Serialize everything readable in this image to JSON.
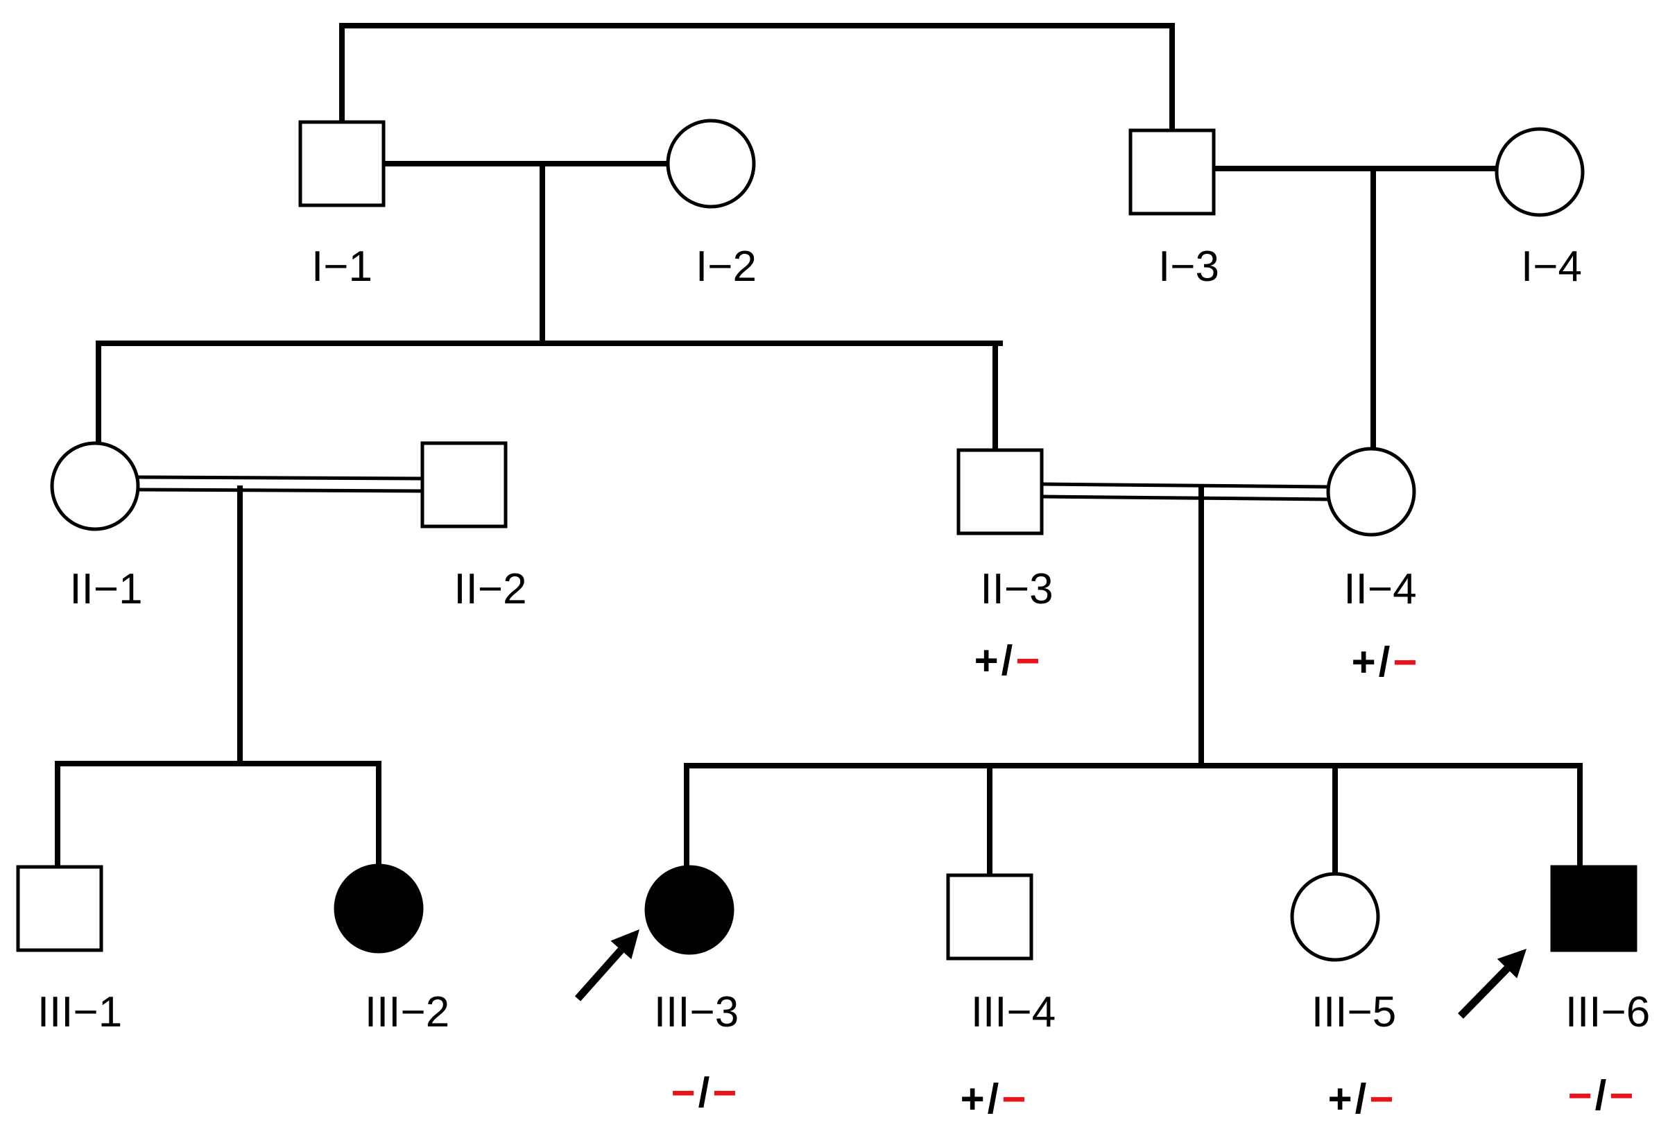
{
  "individuals": [
    {
      "id": "I-1",
      "label": "I−1",
      "sex": "male",
      "affected": false,
      "genotype": null,
      "proband": false
    },
    {
      "id": "I-2",
      "label": "I−2",
      "sex": "female",
      "affected": false,
      "genotype": null,
      "proband": false
    },
    {
      "id": "I-3",
      "label": "I−3",
      "sex": "male",
      "affected": false,
      "genotype": null,
      "proband": false
    },
    {
      "id": "I-4",
      "label": "I−4",
      "sex": "female",
      "affected": false,
      "genotype": null,
      "proband": false
    },
    {
      "id": "II-1",
      "label": "II−1",
      "sex": "female",
      "affected": false,
      "genotype": null,
      "proband": false
    },
    {
      "id": "II-2",
      "label": "II−2",
      "sex": "male",
      "affected": false,
      "genotype": null,
      "proband": false
    },
    {
      "id": "II-3",
      "label": "II−3",
      "sex": "male",
      "affected": false,
      "genotype": {
        "left": "+",
        "sep": "/",
        "right": "−"
      },
      "proband": false
    },
    {
      "id": "II-4",
      "label": "II−4",
      "sex": "female",
      "affected": false,
      "genotype": {
        "left": "+",
        "sep": "/",
        "right": "−"
      },
      "proband": false
    },
    {
      "id": "III-1",
      "label": "III−1",
      "sex": "male",
      "affected": false,
      "genotype": null,
      "proband": false
    },
    {
      "id": "III-2",
      "label": "III−2",
      "sex": "female",
      "affected": true,
      "genotype": null,
      "proband": false
    },
    {
      "id": "III-3",
      "label": "III−3",
      "sex": "female",
      "affected": true,
      "genotype": {
        "left": "−",
        "sep": "/",
        "right": "−"
      },
      "proband": true
    },
    {
      "id": "III-4",
      "label": "III−4",
      "sex": "male",
      "affected": false,
      "genotype": {
        "left": "+",
        "sep": "/",
        "right": "−"
      },
      "proband": false
    },
    {
      "id": "III-5",
      "label": "III−5",
      "sex": "female",
      "affected": false,
      "genotype": {
        "left": "+",
        "sep": "/",
        "right": "−"
      },
      "proband": false
    },
    {
      "id": "III-6",
      "label": "III−6",
      "sex": "male",
      "affected": true,
      "genotype": {
        "left": "−",
        "sep": "/",
        "right": "−"
      },
      "proband": true
    }
  ],
  "relationships": [
    {
      "type": "sibling",
      "members": [
        "I-1",
        "I-3"
      ]
    },
    {
      "type": "mating",
      "partners": [
        "I-1",
        "I-2"
      ],
      "consanguineous": false,
      "children": [
        "II-1",
        "II-3"
      ]
    },
    {
      "type": "mating",
      "partners": [
        "I-3",
        "I-4"
      ],
      "consanguineous": false,
      "children": [
        "II-4"
      ]
    },
    {
      "type": "mating",
      "partners": [
        "II-1",
        "II-2"
      ],
      "consanguineous": true,
      "children": [
        "III-1",
        "III-2"
      ]
    },
    {
      "type": "mating",
      "partners": [
        "II-3",
        "II-4"
      ],
      "consanguineous": true,
      "children": [
        "III-3",
        "III-4",
        "III-5",
        "III-6"
      ]
    }
  ],
  "colors": {
    "line": "#000000",
    "affected_fill": "#000000",
    "unaffected_fill": "#ffffff",
    "plus_allele": "#000000",
    "minus_allele": "#e8141b"
  }
}
